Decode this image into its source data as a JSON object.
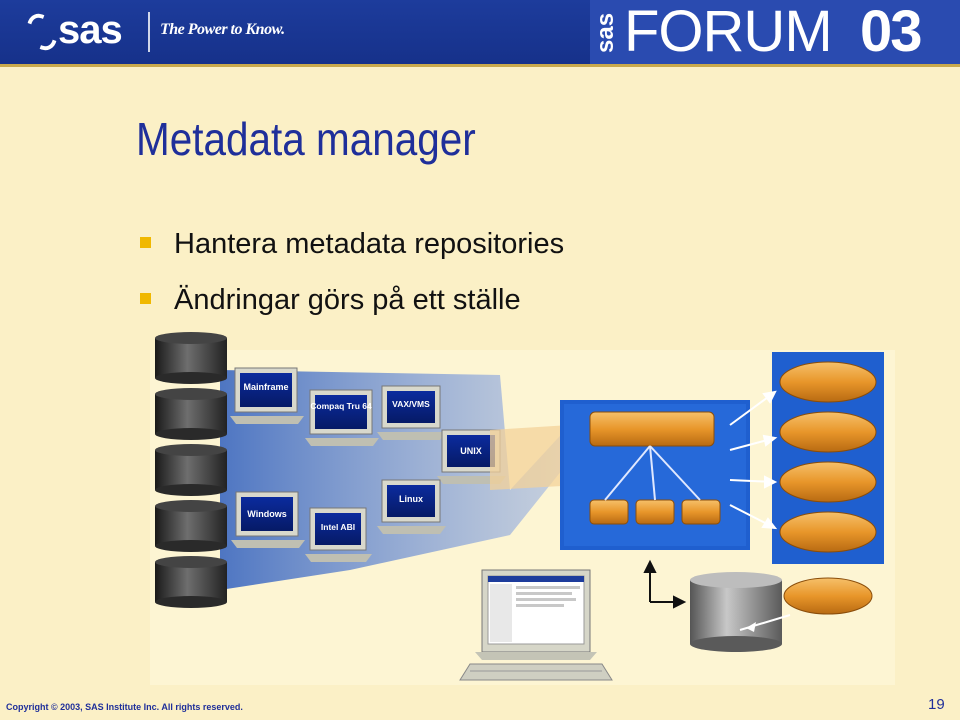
{
  "header": {
    "brand": "sas",
    "tagline": "The Power to Know.",
    "forum_prefix": "sas",
    "forum_word": "FORUM",
    "forum_year": "03"
  },
  "slide": {
    "title": "Metadata manager",
    "bullets": [
      {
        "text": "Hantera metadata repositories"
      },
      {
        "text": "Ändringar görs på ett ställe"
      }
    ]
  },
  "diagram": {
    "platforms": [
      "Mainframe",
      "Compaq Tru 64",
      "VAX/VMS",
      "UNIX",
      "Windows",
      "Intel ABI",
      "Linux"
    ]
  },
  "footer": {
    "copyright": "Copyright © 2003, SAS Institute Inc. All rights reserved.",
    "page_number": "19"
  },
  "colors": {
    "background": "#fbf0c6",
    "header": "#1d3c9c",
    "title": "#1f2f9a",
    "bullet": "#f0b800",
    "repository": "#e8962a"
  }
}
